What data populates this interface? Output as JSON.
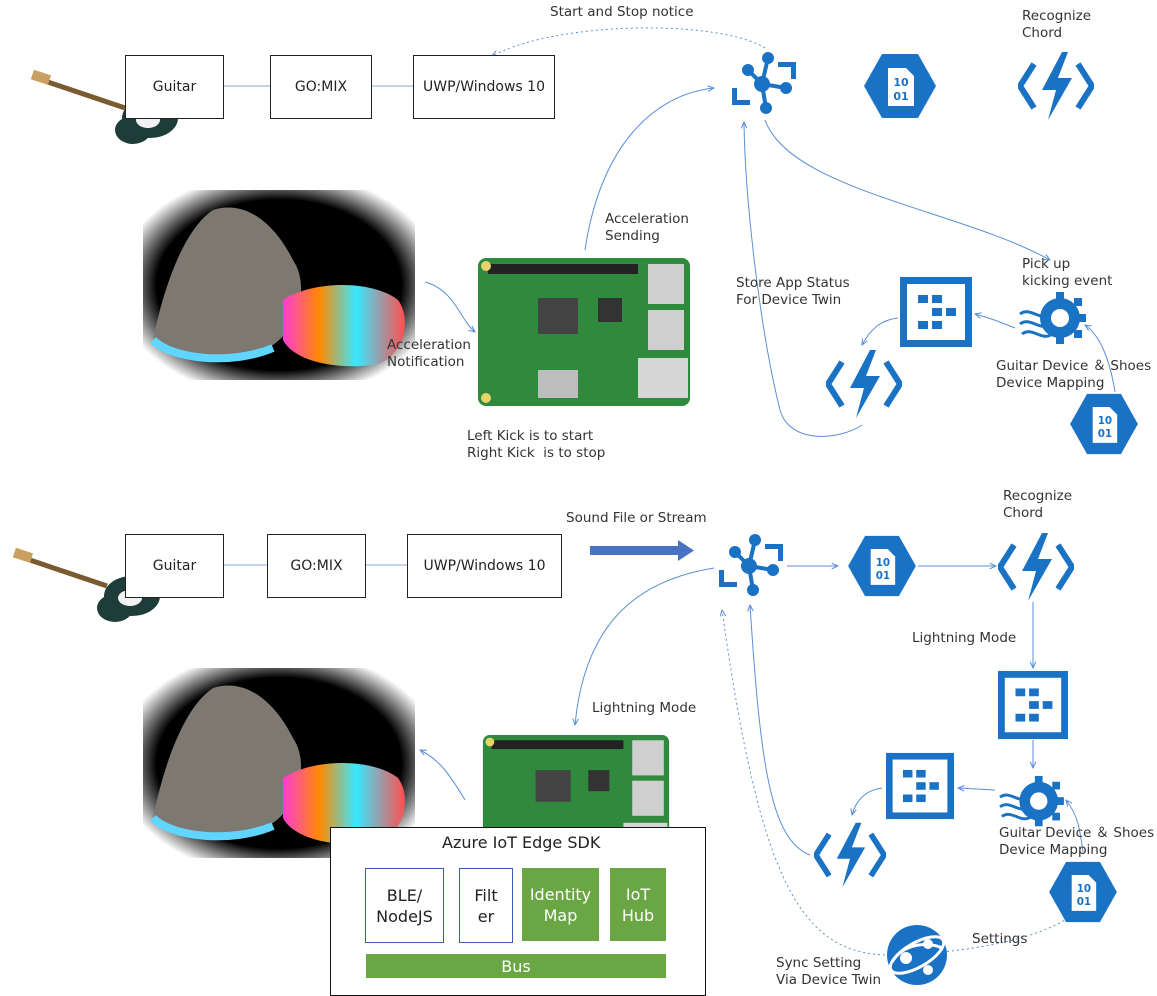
{
  "colors": {
    "azure": "#1a72c5",
    "green": "#6aa744",
    "connector": "#5b8fd6",
    "outline": "#3b5bb5"
  },
  "top": {
    "chain": {
      "guitar": "Guitar",
      "gomix": "GO:MIX",
      "uwp": "UWP/Windows 10"
    },
    "start_stop": "Start and Stop notice",
    "recognize": "Recognize\nChord",
    "accel_sending": "Acceleration\nSending",
    "accel_notification": "Acceleration\nNotification",
    "kick_note": "Left Kick is to start\nRight Kick  is to stop",
    "store_status": "Store App Status\nFor Device Twin",
    "pickup": "Pick up\nkicking event",
    "mapping": "Guitar Device ＆ Shoes\nDevice Mapping"
  },
  "bottom": {
    "chain": {
      "guitar": "Guitar",
      "gomix": "GO:MIX",
      "uwp": "UWP/Windows 10"
    },
    "sound": "Sound File or Stream",
    "recognize": "Recognize\nChord",
    "lightning_right": "Lightning Mode",
    "lightning_left": "Lightning Mode",
    "mapping": "Guitar Device ＆ Shoes\nDevice Mapping",
    "settings": "Settings",
    "sync": "Sync Setting\nVia Device Twin",
    "edge": {
      "title": "Azure IoT Edge SDK",
      "ble": "BLE/\nNodeJS",
      "filter": "Filt\ner",
      "identity": "Identity\nMap",
      "iothub": "IoT\nHub",
      "bus": "Bus"
    }
  },
  "icons": {
    "hub": "iot-hub-icon",
    "blob": "binary-data-icon",
    "function": "azure-function-icon",
    "event": "event-hub-icon",
    "stream": "stream-analytics-icon",
    "cosmos": "cosmos-db-icon",
    "guitar": "guitar-image",
    "shoes": "led-shoes-image",
    "board": "raspberry-pi-image"
  }
}
